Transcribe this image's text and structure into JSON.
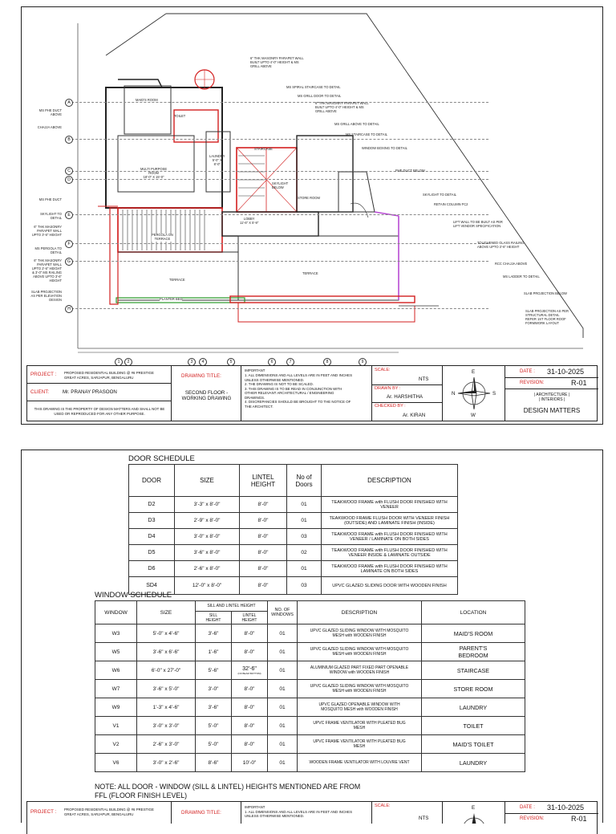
{
  "plan": {
    "grid_rows": [
      "A",
      "B",
      "C",
      "D",
      "E",
      "F",
      "G",
      "H"
    ],
    "grid_cols": [
      "1",
      "2",
      "3",
      "4",
      "5",
      "6",
      "7",
      "8",
      "9"
    ],
    "room_labels": {
      "maids_room": "MAID'S ROOM",
      "toilet": "TOILET",
      "laundry": "LAUNDRY\n5'-0\" X\n8'-0\"",
      "multipurpose": "MULTI PURPOSE\nROOM\n18'-0\" X 15'-0\"",
      "staircase": "STAIRCASE",
      "skylight": "SKYLIGHT\nBELOW",
      "store": "STORE ROOM",
      "lobby": "LOBBY\n11'-6\" X 5'-9\"",
      "pergola": "PERGOLA ON\nTERRACE",
      "terrace1": "TERRACE",
      "terrace2": "TERRACE",
      "planter": "PLANTER BED"
    },
    "left_callouts": [
      "MS PHE DUCT\nABOVE",
      "CHAJJA ABOVE",
      "MS PHE DUCT",
      "SKYLIGHT TO\nDETAIL",
      "6\" THK MASONRY\nPARAPET WALL\nUPTO 3'-6\" HEIGHT",
      "MS PERGOLA TO\nDETAIL",
      "6\" THK MASONRY\nPARAPET WALL\nUPTO 2'-6\" HEIGHT\n& 3'-0\" MS RAILING\nABOVE UPTO 3'-6\"\nHEIGHT",
      "SLAB PROJECTION\nAS PER ELEVATION\nDESIGN"
    ],
    "right_callouts": [
      "6\" THK MASONRY PARAPET WALL\nBUILT UPTO 4'-0\" HEIGHT & MS\nGRILL ABOVE",
      "MS SPIRAL STAIRCASE TO DETAIL",
      "MS GRILL DOOR TO DETAIL",
      "6\" THK MASONRY PARAPET WALL\nBUILT UPTO 4'-0\" HEIGHT & MS\nGRILL ABOVE",
      "MS GRILL ABOVE TO DETAIL",
      "MS STAIRCASE TO DETAIL",
      "WINDOW BOXING TO DETAIL",
      "PHE DUCT BELOW",
      "SKYLIGHT TO DETAIL",
      "RETAIN COLUMN FC2",
      "LIFT WALL TO BE BUILT AS PER\nLIFT VENDOR SPECIFICATION",
      "TOUGHENED GLASS RAILING\nABOVE UPTO 3'-6\" HEIGHT",
      "RCC CHAJJA ABOVE",
      "MS LADDER TO DETAIL",
      "SLAB PROJECTION BELOW",
      "SLAB PROJECTION AS PER\nSTRUCTURAL DETAIL\nREFER 1ST FLOOR ROOF\nFORMWORK LAYOUT"
    ]
  },
  "title_block": {
    "project_label": "PROJECT :",
    "project_text": "PROPOSED RESIDENTIAL BUILDING @ #6 PRESTIGE\nGREAT ACRES, SARJAPUR, BENGALURU",
    "client_label": "CLIENT:",
    "client_name": "Mr. PRANAY PRASOON",
    "disclaimer": "THIS DRAWING IS THE PROPERTY OF DESIGN MATTERS AND SHALL NOT BE\nUSED OR REPRODUCED FOR ANY OTHER PURPOSE.",
    "drawing_title_label": "DRAWING TITLE:",
    "drawing_title": "SECOND FLOOR -\nWORKING DRAWING",
    "notes_heading": "IMPORTANT",
    "notes": "1. ALL DIMENSIONS AND ALL LEVELS ARE IN FEET AND INCHES\nUNLESS OTHERWISE MENTIONED.\n2. THE DRAWING IS NOT TO BE SCALED.\n3. THIS DRAWING IS TO BE READ IN CONJUNCTION WITH\nOTHER RELEVANT ARCHITECTURAL / ENGINEERING\nDRAWINGS.\n4. DISCREPANCIES SHOULD BE BROUGHT TO THE NOTICE OF\nTHE ARCHITECT.",
    "scale_label": "SCALE:",
    "scale_value": "NTS",
    "drawn_by_label": "DRAWN BY :",
    "drawn_by": "Ar. HARSHITHA",
    "checked_by_label": "CHECKED BY :",
    "checked_by": "Ar. KIRAN",
    "compass_n": "N",
    "compass_s": "S",
    "compass_e": "E",
    "compass_w": "W",
    "date_label": "DATE :",
    "date_value": "31-10-2025",
    "revision_label": "REVISION:",
    "revision_value": "R-01",
    "firm_services": "| ARCHITECTURE |\n| INTERIORS |",
    "firm_name": "DESIGN MATTERS"
  },
  "title_block_2": {
    "project_label": "PROJECT :",
    "project_text": "PROPOSED RESIDENTIAL BUILDING @ #6 PRESTIGE\nGREAT ACRES, SARJAPUR, BENGALURU",
    "drawing_title_label": "DRAWING TITLE:",
    "notes": "IMPORTANT\n1. ALL DIMENSIONS AND ALL LEVELS ARE IN FEET AND INCHES\nUNLESS OTHERWISE MENTIONED.",
    "scale_label": "SCALE:",
    "scale_value": "NTS",
    "compass_e": "E",
    "date_label": "DATE :",
    "date_value": "31-10-2025",
    "revision_label": "REVISION:",
    "revision_value": "R-01"
  },
  "door_schedule": {
    "title": "DOOR SCHEDULE",
    "headers": [
      "DOOR",
      "SIZE",
      "LINTEL\nHEIGHT",
      "No of\nDoors",
      "DESCRIPTION"
    ],
    "rows": [
      [
        "D2",
        "3'-3\" x 8'-0\"",
        "8'-0\"",
        "01",
        "TEAKWOOD FRAME with FLUSH DOOR FINISHED WITH\nVENEER"
      ],
      [
        "D3",
        "2'-9\" x 8'-0\"",
        "8'-0\"",
        "01",
        "TEAKWOOD FRAME FLUSH DOOR WITH VENEER FINISH\n(OUTSIDE) AND LAMINATE FINISH (INSIDE)"
      ],
      [
        "D4",
        "3'-0\" x 8'-0\"",
        "8'-0\"",
        "03",
        "TEAKWOOD FRAME with FLUSH DOOR FINISHED WITH\nVENEER / LAMINATE ON BOTH SIDES"
      ],
      [
        "D5",
        "3'-6\" x 8'-0\"",
        "8'-0\"",
        "02",
        "TEAKWOOD FRAME with FLUSH DOOR FINISHED WITH\nVENEER INSIDE & LAMINATE OUTSIDE"
      ],
      [
        "D6",
        "2'-6\" x 8'-0\"",
        "8'-0\"",
        "01",
        "TEAKWOOD FRAME with FLUSH DOOR FINISHED WITH\nLAMINATE ON BOTH SIDES"
      ],
      [
        "SD4",
        "12'-0\" x 8'-0\"",
        "8'-0\"",
        "03",
        "UPVC GLAZED SLIDING DOOR WITH WOODEN FINISH"
      ]
    ]
  },
  "window_schedule": {
    "title": "WINDOW SCHEDULE",
    "headers": {
      "window": "WINDOW",
      "size": "SIZE",
      "sill_lintel": "SILL AND LINTEL HEIGHT",
      "sill": "SILL\nHEIGHT",
      "lintel": "LINTEL\nHEIGHT",
      "count": "NO. OF\nWINDOWS",
      "description": "DESCRIPTION",
      "location": "LOCATION"
    },
    "rows": [
      [
        "W3",
        "5'-0\" x 4'-6\"",
        "3'-6\"",
        "8'-0\"",
        "01",
        "UPVC GLAZED SLIDING WINDOW WITH MOSQUITO\nMESH with WOODEN FINISH",
        "MAID'S ROOM"
      ],
      [
        "W5",
        "3'-6\" x 6'-6\"",
        "1'-6\"",
        "8'-0\"",
        "01",
        "UPVC GLAZED SLIDING WINDOW WITH MOSQUITO\nMESH with WOODEN FINISH",
        "PARENT'S\nBEDROOM"
      ],
      [
        "W6",
        "6'-0\" x 27'-0\"",
        "5'-6\"",
        "32'-6\"",
        "01",
        "ALUMINIUM GLAZED PART FIXED PART OPENABLE\nWINDOW with WOODEN FINISH",
        "STAIRCASE"
      ],
      [
        "W7",
        "3'-6\" x 5'-0\"",
        "3'-0\"",
        "8'-0\"",
        "01",
        "UPVC GLAZED SLIDING WINDOW WITH MOSQUITO\nMESH with WOODEN FINISH",
        "STORE ROOM"
      ],
      [
        "W9",
        "1'-3\" x 4'-6\"",
        "3'-6\"",
        "8'-0\"",
        "01",
        "UPVC GLAZED OPENABLE WINDOW WITH\nMOSQUITO MESH with WOODEN FINISH",
        "LAUNDRY"
      ],
      [
        "V1",
        "3'-0\" x 3'-0\"",
        "5'-0\"",
        "8'-0\"",
        "01",
        "UPVC FRAME VENTILATOR WITH PLEATED BUG\nMESH",
        "TOILET"
      ],
      [
        "V2",
        "2'-6\" x 3'-0\"",
        "5'-0\"",
        "8'-0\"",
        "01",
        "UPVC FRAME VENTILATOR WITH PLEATED BUG\nMESH",
        "MAID'S TOILET"
      ],
      [
        "V6",
        "3'-0\" x 2'-6\"",
        "8'-6\"",
        "10'-0\"",
        "01",
        "WOODEN FRAME VENTILATOR WITH LOUVRE VENT",
        "LAUNDRY"
      ]
    ],
    "w6_note": "(OF BEAM BOTTOM)"
  },
  "schedule_note": "NOTE: ALL DOOR - WINDOW (SILL & LINTEL) HEIGHTS MENTIONED ARE FROM\nFFL (FLOOR FINISH LEVEL)",
  "colors": {
    "accent_red": "#d32020",
    "line": "#222222",
    "grid": "#888888",
    "railing": "#b84bd4"
  }
}
